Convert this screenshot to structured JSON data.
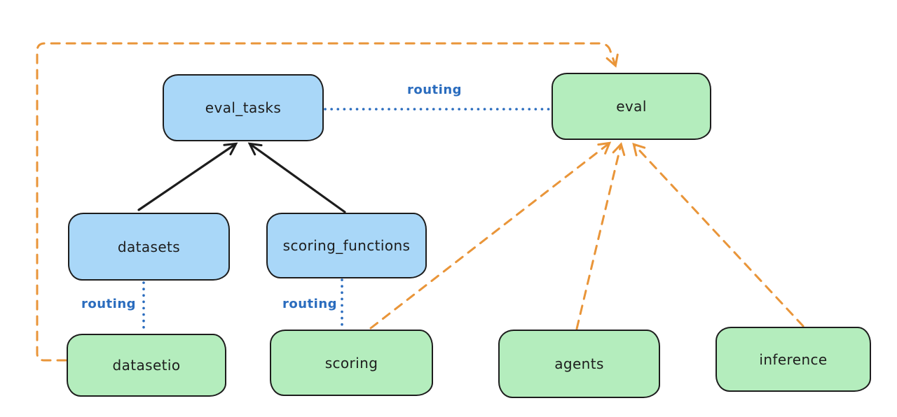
{
  "diagram": {
    "nodes": [
      {
        "id": "eval_tasks",
        "label": "eval_tasks",
        "color": "blue"
      },
      {
        "id": "eval",
        "label": "eval",
        "color": "green"
      },
      {
        "id": "datasets",
        "label": "datasets",
        "color": "blue"
      },
      {
        "id": "scoring_functions",
        "label": "scoring_functions",
        "color": "blue"
      },
      {
        "id": "datasetio",
        "label": "datasetio",
        "color": "green"
      },
      {
        "id": "scoring",
        "label": "scoring",
        "color": "green"
      },
      {
        "id": "agents",
        "label": "agents",
        "color": "green"
      },
      {
        "id": "inference",
        "label": "inference",
        "color": "green"
      }
    ],
    "edges": [
      {
        "from": "datasets",
        "to": "eval_tasks",
        "style": "solid",
        "color": "black",
        "label": ""
      },
      {
        "from": "scoring_functions",
        "to": "eval_tasks",
        "style": "solid",
        "color": "black",
        "label": ""
      },
      {
        "from": "eval_tasks",
        "to": "eval",
        "style": "dotted",
        "color": "blue",
        "label": "routing"
      },
      {
        "from": "datasets",
        "to": "datasetio",
        "style": "dotted",
        "color": "blue",
        "label": "routing"
      },
      {
        "from": "scoring_functions",
        "to": "scoring",
        "style": "dotted",
        "color": "blue",
        "label": "routing"
      },
      {
        "from": "scoring",
        "to": "eval",
        "style": "dashed",
        "color": "orange",
        "label": ""
      },
      {
        "from": "agents",
        "to": "eval",
        "style": "dashed",
        "color": "orange",
        "label": ""
      },
      {
        "from": "inference",
        "to": "eval",
        "style": "dashed",
        "color": "orange",
        "label": ""
      },
      {
        "from": "datasetio",
        "to": "eval",
        "style": "dashed",
        "color": "orange",
        "label": ""
      }
    ]
  },
  "colors": {
    "node_blue_fill": "#a9d7f8",
    "node_green_fill": "#b4edbd",
    "node_stroke": "#1d1d1d",
    "routing_blue": "#2a6cbe",
    "dashed_orange": "#e99539",
    "solid_black": "#1d1d1d",
    "background": "#ffffff"
  }
}
